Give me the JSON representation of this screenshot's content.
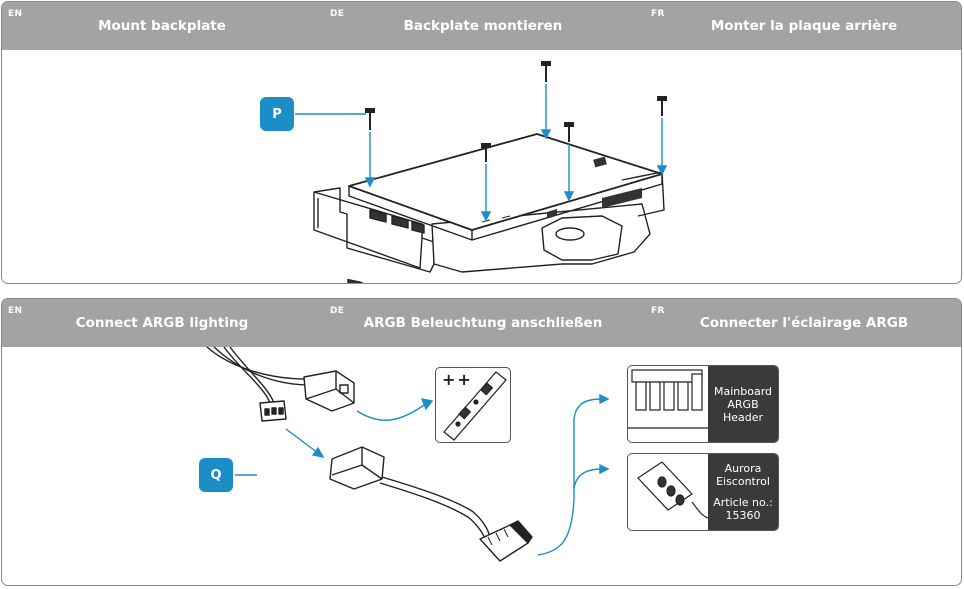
{
  "step1": {
    "lang_en": "EN",
    "title_en": "Mount backplate",
    "lang_de": "DE",
    "title_de": "Backplate montieren",
    "lang_fr": "FR",
    "title_fr": "Monter la plaque arrière",
    "tag": "P"
  },
  "step2": {
    "lang_en": "EN",
    "title_en": "Connect ARGB lighting",
    "lang_de": "DE",
    "title_de": "ARGB Beleuchtung anschließen",
    "lang_fr": "FR",
    "title_fr": "Connecter l'éclairage ARGB",
    "tag": "Q",
    "strip_marks": "++",
    "mainboard_lines": [
      "Mainboard",
      "ARGB",
      "Header"
    ],
    "aurora_lines": [
      "Aurora",
      "Eiscontrol"
    ],
    "article_lines": [
      "Article no.:",
      "15360"
    ]
  },
  "colors": {
    "header": "#a3a3a3",
    "accent": "#1b8ec8",
    "label_bg": "#3a3a3a"
  }
}
